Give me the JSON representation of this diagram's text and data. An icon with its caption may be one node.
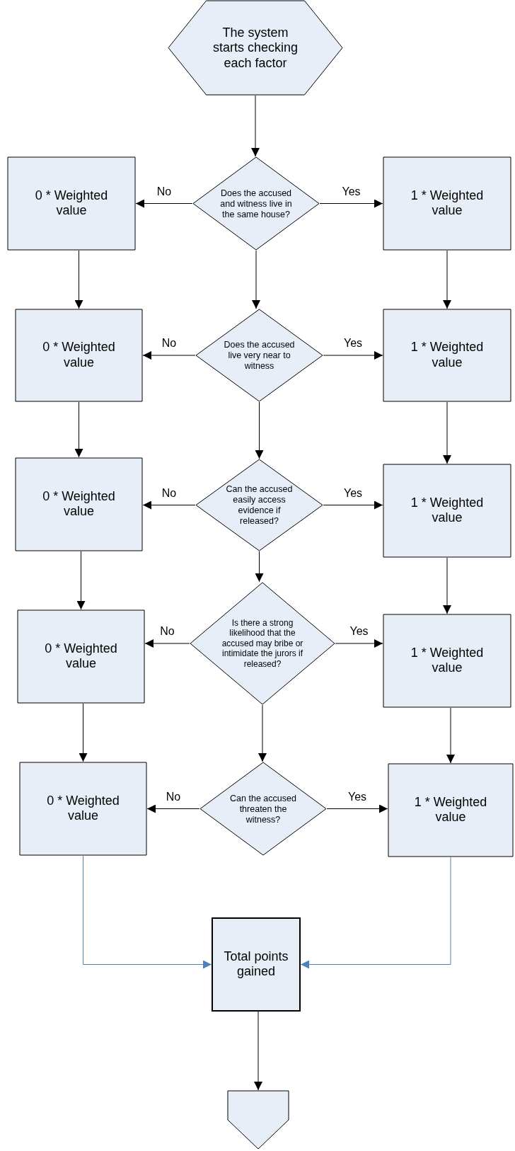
{
  "diagram": {
    "nodes": [
      {
        "text": [
          "The system starts checking each factor"
        ]
      },
      {
        "text": [
          "0 * Weighted value"
        ]
      },
      {
        "text": [
          "Does the accused and witness live in the same house?"
        ]
      },
      {
        "text": [
          "1 * Weighted value"
        ]
      },
      {
        "text": [
          "0 * Weighted value"
        ]
      },
      {
        "text": [
          "Does the accused live very near to witness"
        ]
      },
      {
        "text": [
          "1 * Weighted value"
        ]
      },
      {
        "text": [
          "0 * Weighted value"
        ]
      },
      {
        "text": [
          "Can the accused easily access evidence if released?"
        ]
      },
      {
        "text": [
          "1 * Weighted value"
        ]
      },
      {
        "text": [
          "0 * Weighted value"
        ]
      },
      {
        "text": [
          "Is there a strong likelihood that the accused may bribe or intimidate the jurors if released?"
        ]
      },
      {
        "text": [
          "1 * Weighted value"
        ]
      },
      {
        "text": [
          "0 * Weighted value"
        ]
      },
      {
        "text": [
          "Can the accused threaten the witness?"
        ]
      },
      {
        "text": [
          "1 * Weighted value"
        ]
      },
      {
        "text": [
          "Total points gained"
        ]
      },
      {
        "text": [],
        "shape": "pentagon"
      }
    ],
    "edges": [
      {
        "from": 0,
        "to": 2,
        "arrow": "to"
      },
      {
        "from": 2,
        "to": 1,
        "arrow": "to",
        "label": "No"
      },
      {
        "from": 2,
        "to": 3,
        "arrow": "to",
        "label": "Yes"
      },
      {
        "from": 2,
        "to": 5,
        "arrow": "to"
      },
      {
        "from": 1,
        "to": 4,
        "arrow": "to"
      },
      {
        "from": 3,
        "to": 6,
        "arrow": "to"
      },
      {
        "from": 5,
        "to": 4,
        "arrow": "to",
        "label": "No"
      },
      {
        "from": 5,
        "to": 6,
        "arrow": "to",
        "label": "Yes"
      },
      {
        "from": 5,
        "to": 8,
        "arrow": "to"
      },
      {
        "from": 4,
        "to": 7,
        "arrow": "to"
      },
      {
        "from": 6,
        "to": 9,
        "arrow": "to"
      },
      {
        "from": 8,
        "to": 7,
        "arrow": "to",
        "label": "No"
      },
      {
        "from": 8,
        "to": 9,
        "arrow": "to",
        "label": "Yes"
      },
      {
        "from": 8,
        "to": 11,
        "arrow": "to"
      },
      {
        "from": 7,
        "to": 10,
        "arrow": "to"
      },
      {
        "from": 9,
        "to": 12,
        "arrow": "to"
      },
      {
        "from": 11,
        "to": 10,
        "arrow": "to",
        "label": "No"
      },
      {
        "from": 11,
        "to": 12,
        "arrow": "to",
        "label": "Yes"
      },
      {
        "from": 11,
        "to": 14,
        "arrow": "to"
      },
      {
        "from": 10,
        "to": 13,
        "arrow": "to"
      },
      {
        "from": 12,
        "to": 15,
        "arrow": "to"
      },
      {
        "from": 14,
        "to": 13,
        "arrow": "to",
        "label": "No"
      },
      {
        "from": 14,
        "to": 15,
        "arrow": "to",
        "label": "Yes"
      },
      {
        "from": 13,
        "to": 16,
        "arrow": "to",
        "color": "#4f81bd"
      },
      {
        "from": 15,
        "to": 16,
        "arrow": "to",
        "color": "#4f81bd"
      },
      {
        "from": 16,
        "to": 17,
        "arrow": "to"
      }
    ]
  }
}
